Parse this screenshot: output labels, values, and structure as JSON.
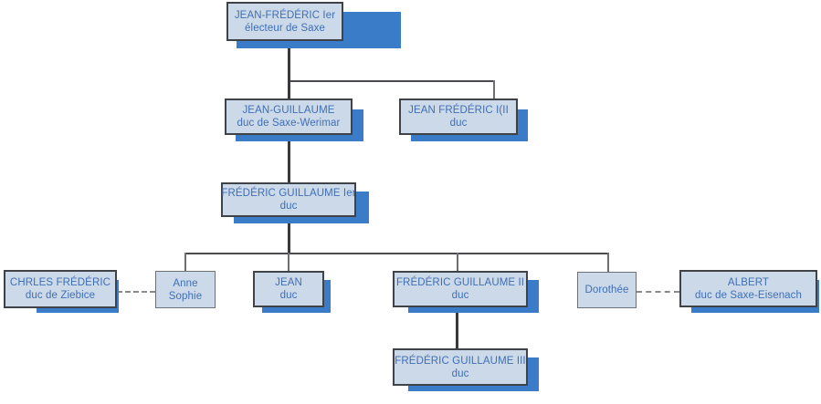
{
  "diagram": {
    "title_colors": {
      "node_fill": "#ccd9e8",
      "node_border": "#3f4246",
      "node_text": "#3f6fb5",
      "shadow": "#3a7cc8",
      "connector": "#59595c",
      "dashed_connector": "#8a8a8e",
      "background": "#ffffff"
    },
    "nodes": [
      {
        "id": "jean-frederic-ier",
        "line1": "JEAN-FRÉDÉRIC Ier",
        "line2": "électeur de Saxe"
      },
      {
        "id": "jean-guillaume",
        "line1": "JEAN-GUILLAUME",
        "line2": "duc de Saxe-Werimar"
      },
      {
        "id": "jean-frederic-i-ii",
        "line1": "JEAN FRÉDÉRIC I(II",
        "line2": "duc"
      },
      {
        "id": "frederic-guillaume-ier",
        "line1": "FRÉDÉRIC GUILLAUME Ier",
        "line2": "duc"
      },
      {
        "id": "chrles-frederic",
        "line1": "CHRLES FRÉDÉRIC",
        "line2": "duc de Ziebice"
      },
      {
        "id": "anne-sophie",
        "line1": "Anne",
        "line2": "Sophie"
      },
      {
        "id": "jean",
        "line1": "JEAN",
        "line2": "duc"
      },
      {
        "id": "frederic-guillaume-ii",
        "line1": "FRÉDÉRIC GUILLAUME II",
        "line2": "duc"
      },
      {
        "id": "dorothee",
        "line1": "Dorothée",
        "line2": ""
      },
      {
        "id": "albert",
        "line1": "ALBERT",
        "line2": "duc de Saxe-Eisenach"
      },
      {
        "id": "frederic-guillaume-iii",
        "line1": "FRÉDÉRIC GUILLAUME III",
        "line2": "duc"
      }
    ]
  }
}
